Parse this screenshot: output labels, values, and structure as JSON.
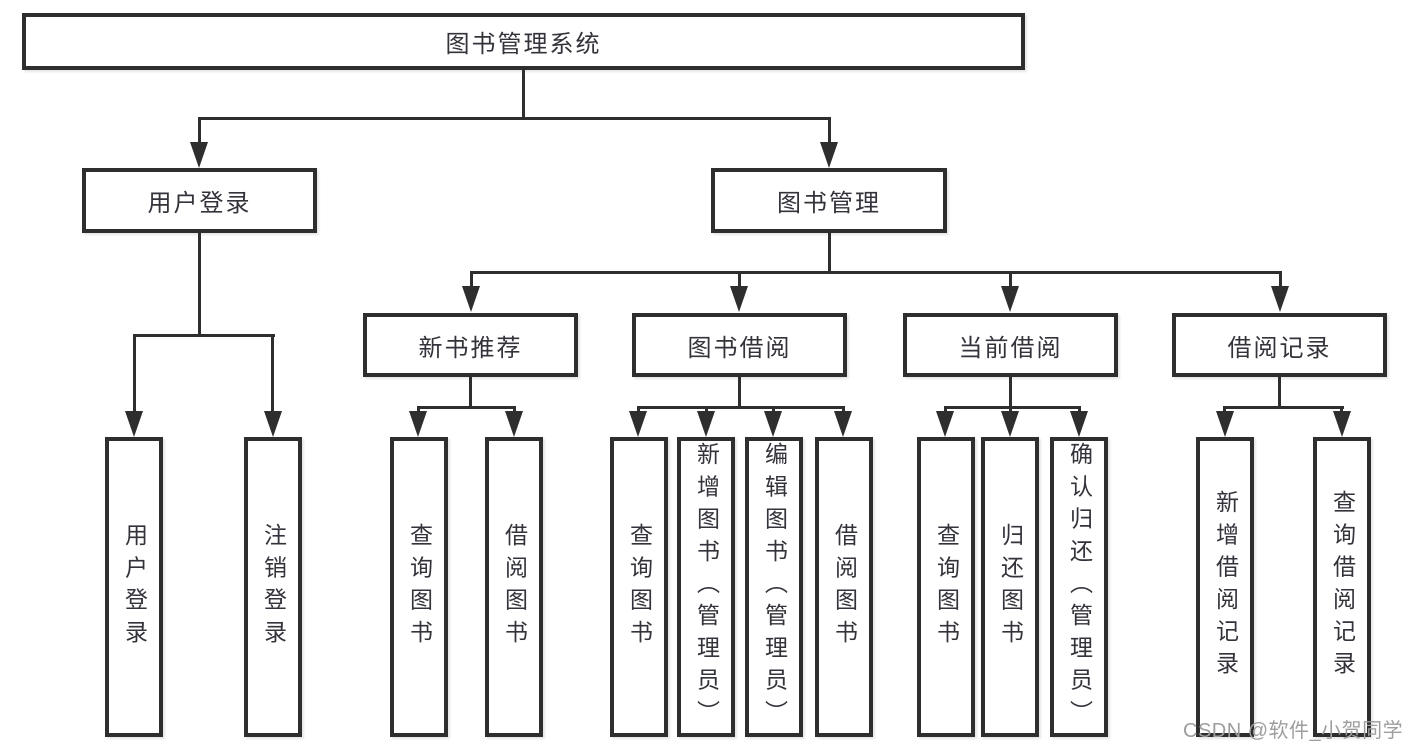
{
  "diagram": {
    "root": {
      "label": "图书管理系统"
    },
    "branches": [
      {
        "label": "用户登录",
        "children": [
          {
            "label": "用户登录"
          },
          {
            "label": "注销登录"
          }
        ]
      },
      {
        "label": "图书管理",
        "children": [
          {
            "label": "新书推荐",
            "children": [
              {
                "label": "查询图书"
              },
              {
                "label": "借阅图书"
              }
            ]
          },
          {
            "label": "图书借阅",
            "children": [
              {
                "label": "查询图书"
              },
              {
                "label": "新增图书（管理员）"
              },
              {
                "label": "编辑图书（管理员）"
              },
              {
                "label": "借阅图书"
              }
            ]
          },
          {
            "label": "当前借阅",
            "children": [
              {
                "label": "查询图书"
              },
              {
                "label": "归还图书"
              },
              {
                "label": "确认归还（管理员）"
              }
            ]
          },
          {
            "label": "借阅记录",
            "children": [
              {
                "label": "新增借阅记录"
              },
              {
                "label": "查询借阅记录"
              }
            ]
          }
        ]
      }
    ]
  },
  "watermark": {
    "text": "CSDN @软件_小贺同学"
  },
  "colors": {
    "line": "#2e2e2e",
    "text": "#33333b",
    "box_background": "#ffffff",
    "watermark": "#9e9e9e",
    "background": "#ffffff"
  }
}
